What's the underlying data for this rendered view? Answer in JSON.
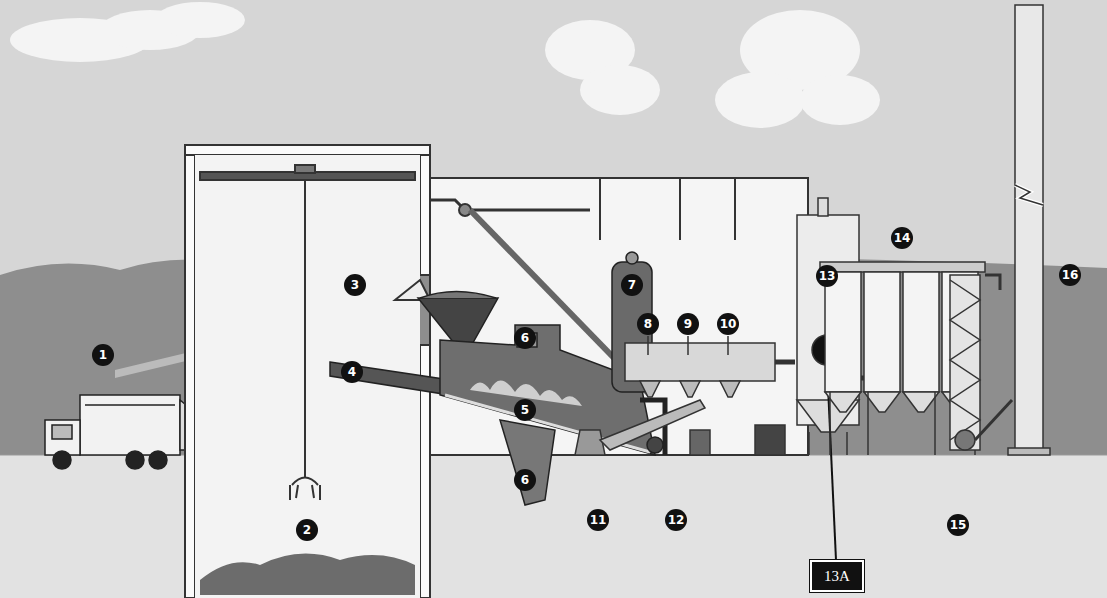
{
  "diagram": {
    "nodes": [
      {
        "text": [
          "13A"
        ]
      }
    ],
    "labels": [
      "1",
      "2",
      "3",
      "4",
      "5",
      "6",
      "6",
      "7",
      "8",
      "9",
      "10",
      "11",
      "12",
      "13",
      "14",
      "15",
      "16"
    ]
  }
}
